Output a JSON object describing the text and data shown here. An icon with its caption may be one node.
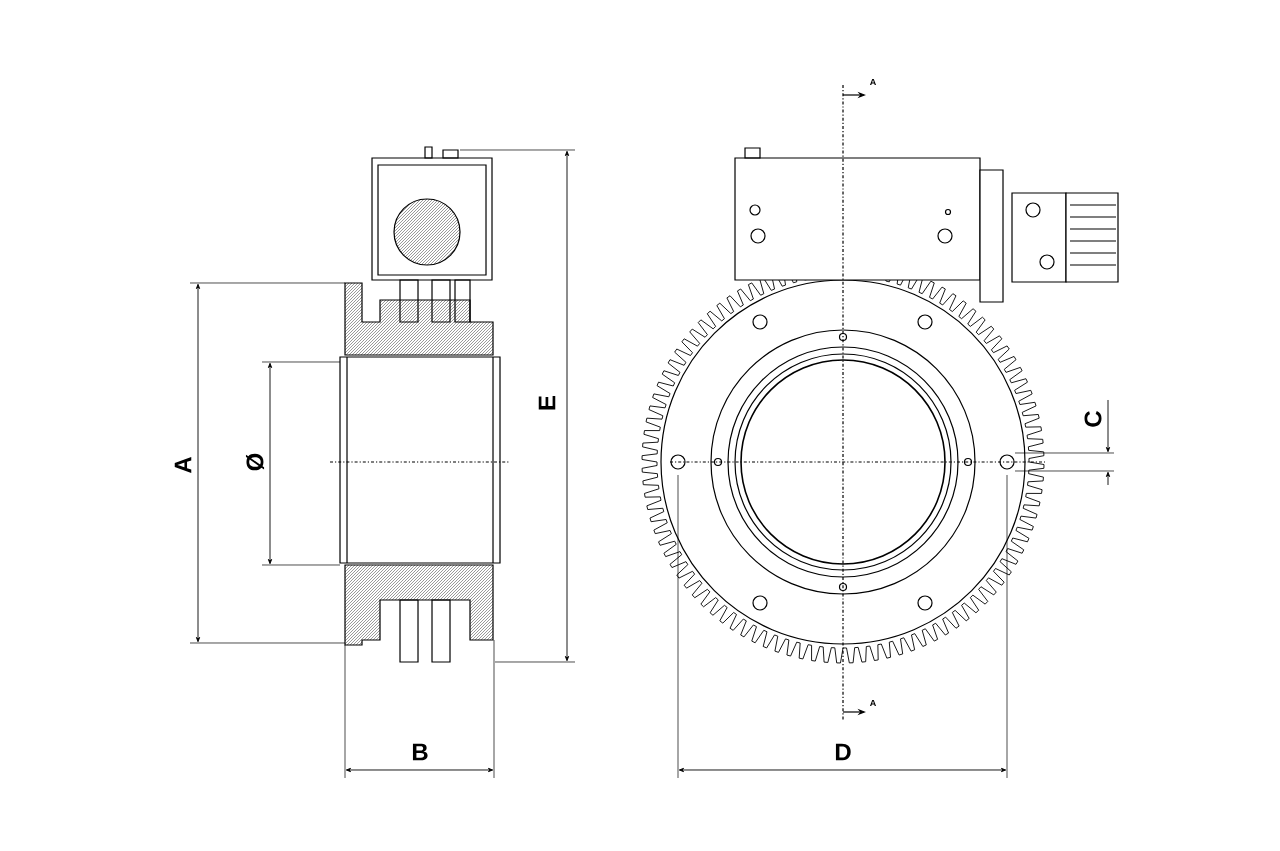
{
  "diagram": {
    "labels": [
      "A",
      "E",
      "C",
      "A",
      "Ø",
      "A",
      "B",
      "D"
    ]
  }
}
